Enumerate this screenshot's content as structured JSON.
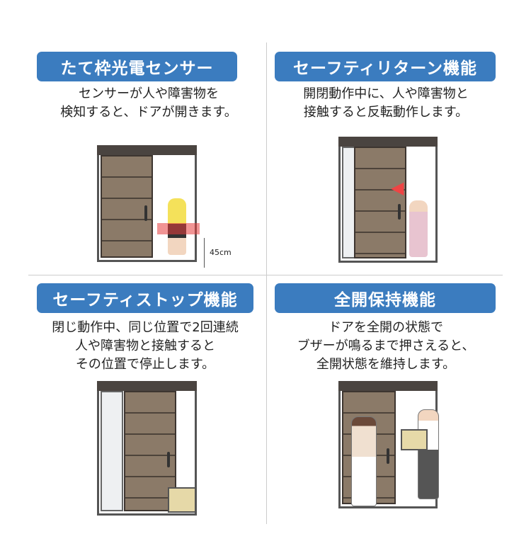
{
  "panels": [
    {
      "title": "たて枠光電センサー",
      "lines": [
        "センサーが人や障害物を",
        "検知すると、ドアが開きます。"
      ],
      "measure": "45cm"
    },
    {
      "title": "セーフティリターン機能",
      "lines": [
        "開閉動作中に、人や障害物と",
        "接触すると反転動作します。"
      ]
    },
    {
      "title": "セーフティストップ機能",
      "lines": [
        "閉じ動作中、同じ位置で2回連続",
        "人や障害物と接触すると",
        "その位置で停止します。"
      ]
    },
    {
      "title": "全開保持機能",
      "lines": [
        "ドアを全開の状態で",
        "ブザーが鳴るまで押さえると、",
        "全開状態を維持します。"
      ]
    }
  ],
  "colors": {
    "accent": "#3b7cbf",
    "door": "#8b7a68"
  }
}
